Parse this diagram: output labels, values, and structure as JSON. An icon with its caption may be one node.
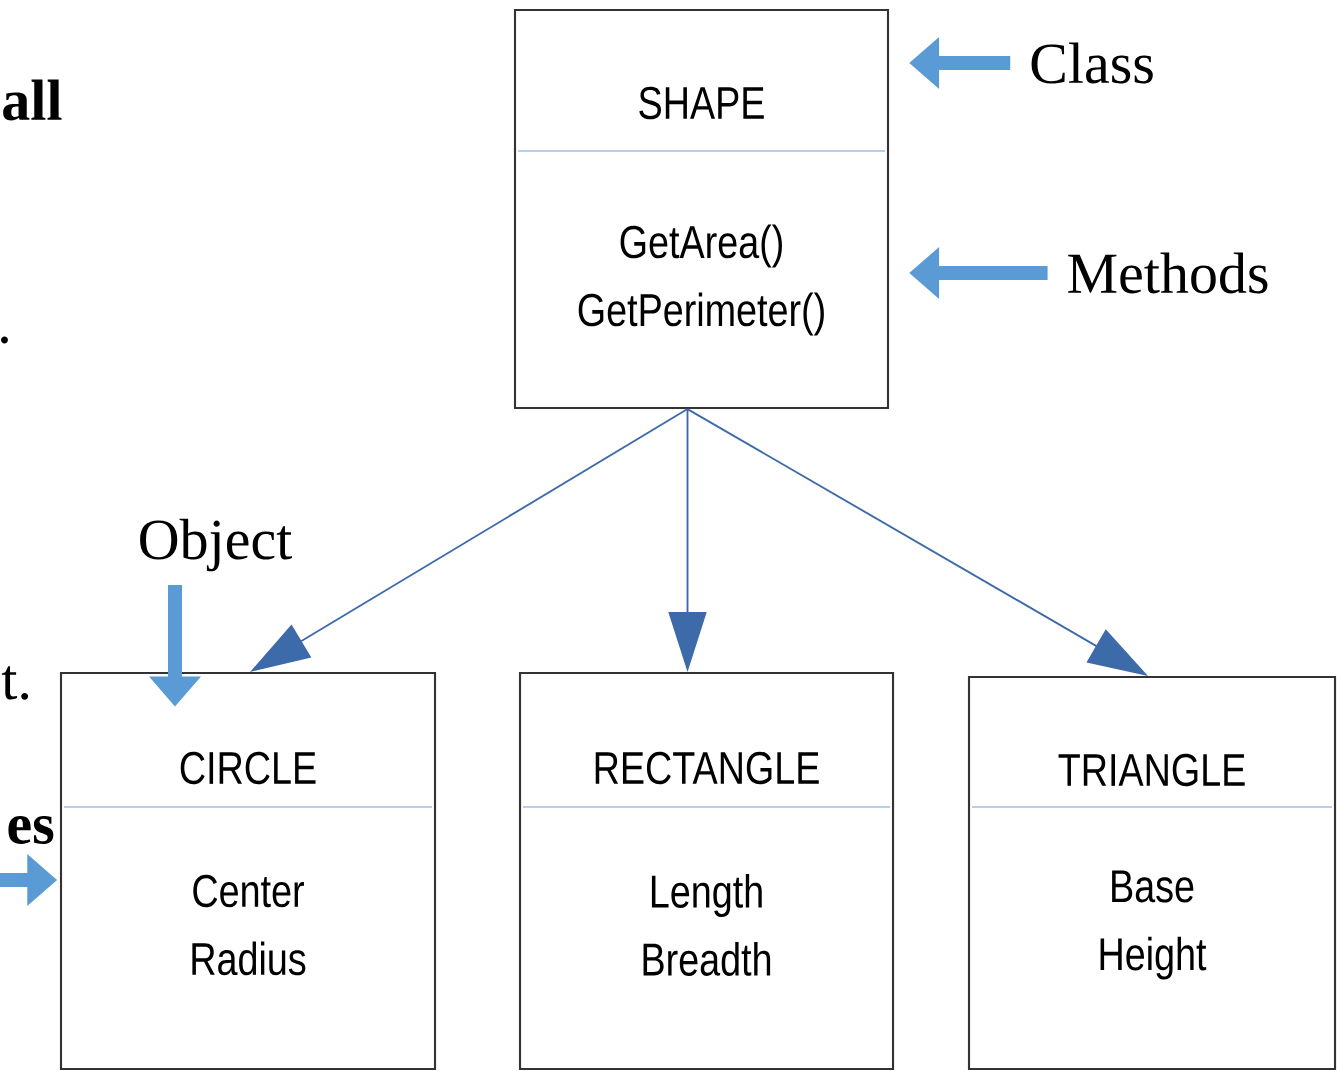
{
  "diagram": {
    "nodes": [
      {
        "text": [
          "SHAPE",
          "GetArea() GetPerimeter()"
        ]
      },
      {
        "text": [
          "CIRCLE",
          "Center Radius"
        ]
      },
      {
        "text": [
          "RECTANGLE",
          "Length Breadth"
        ]
      },
      {
        "text": [
          "TRIANGLE",
          "Base Height"
        ]
      },
      {
        "text": [
          "Class"
        ]
      },
      {
        "text": [
          "Methods"
        ]
      },
      {
        "text": [
          "Object"
        ]
      }
    ],
    "edges": [
      {
        "from": 0,
        "to": 1,
        "arrow": "to",
        "color": "#3d6aa8"
      },
      {
        "from": 0,
        "to": 2,
        "arrow": "to",
        "color": "#3d6aa8"
      },
      {
        "from": 0,
        "to": 3,
        "arrow": "to",
        "color": "#3d6aa8"
      },
      {
        "from": 4,
        "to": 0,
        "arrow": "to",
        "color": "#5b9bd5"
      },
      {
        "from": 5,
        "to": 0,
        "arrow": "to",
        "color": "#5b9bd5"
      },
      {
        "from": 6,
        "to": 1,
        "arrow": "to",
        "color": "#5b9bd5"
      },
      {
        "from": null,
        "to": 1,
        "arrow": "to",
        "color": "#5b9bd5"
      }
    ],
    "labels": [
      "all",
      ".",
      "t.",
      "es"
    ]
  }
}
